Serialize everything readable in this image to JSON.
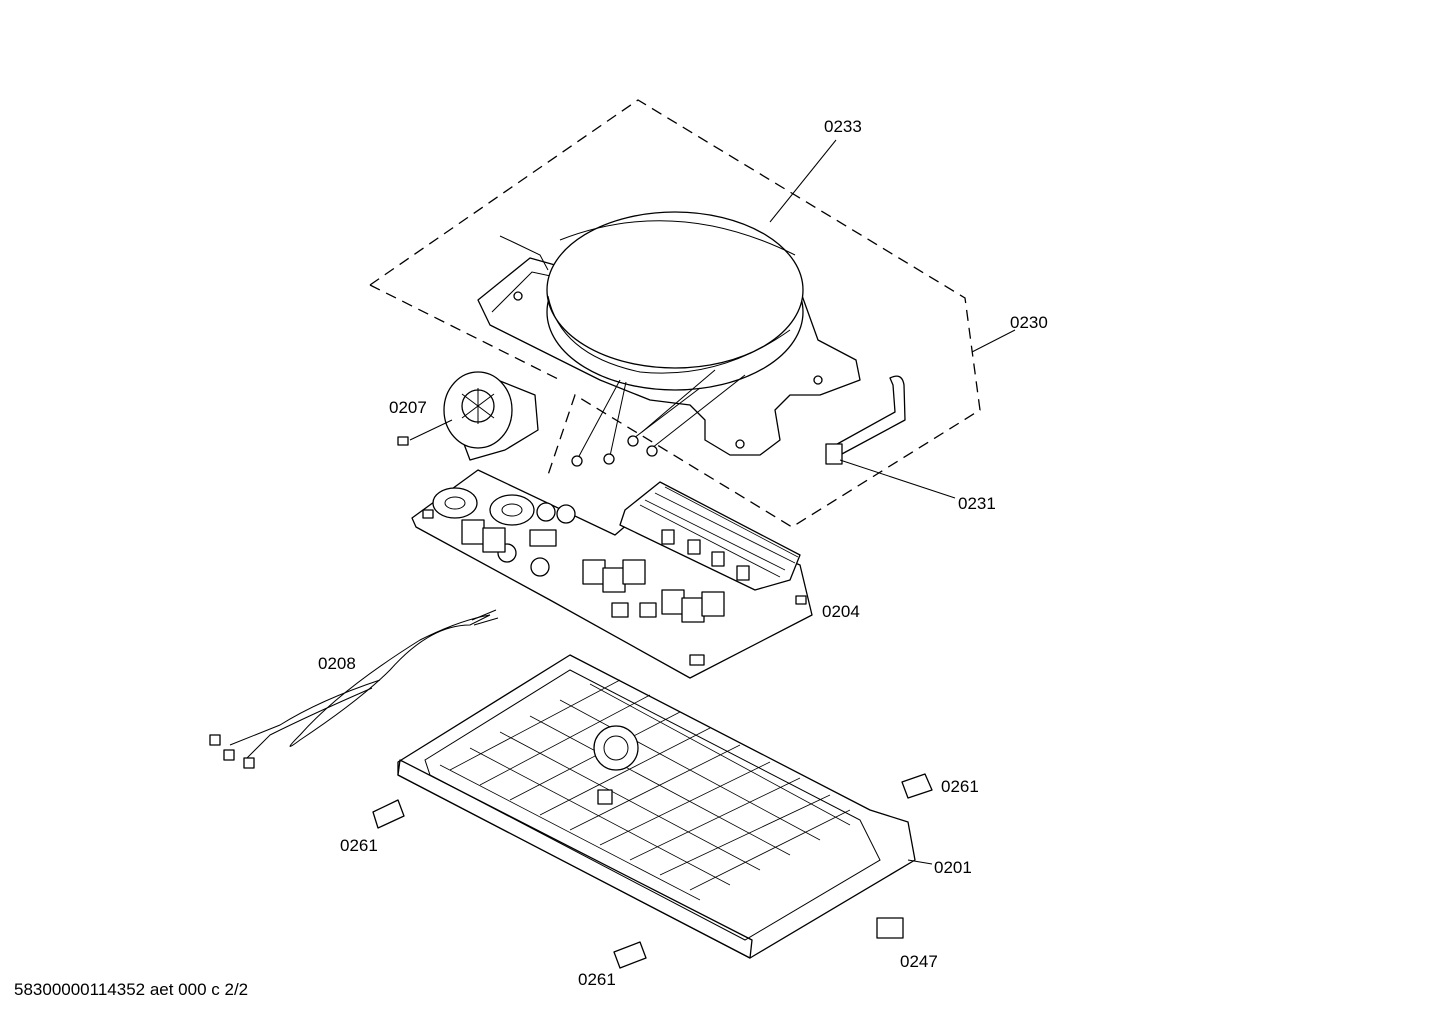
{
  "diagram": {
    "labels": {
      "p0233": "0233",
      "p0230": "0230",
      "p0207": "0207",
      "p0231": "0231",
      "p0204": "0204",
      "p0208": "0208",
      "p0261a": "0261",
      "p0261b": "0261",
      "p0261c": "0261",
      "p0201": "0201",
      "p0247": "0247"
    },
    "footer": "58300000114352 aet 000 c 2/2"
  }
}
